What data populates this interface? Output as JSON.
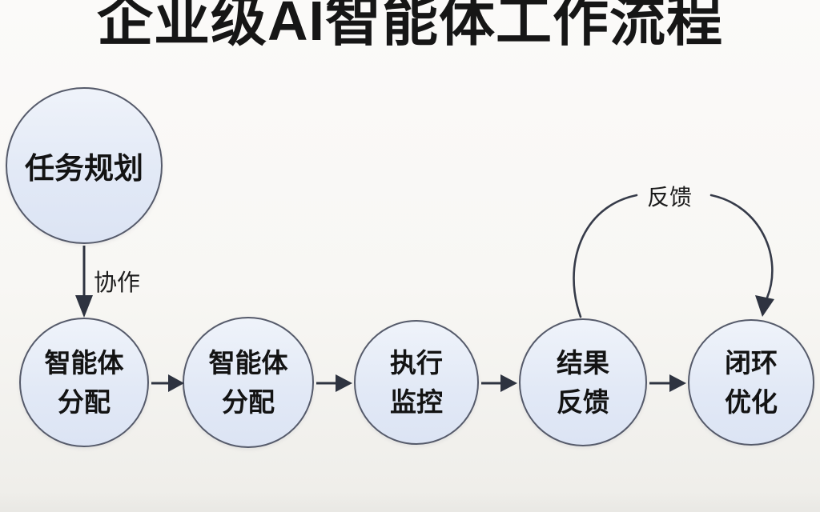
{
  "title": "企业级AI智能体工作流程",
  "diagram": {
    "planning_node": {
      "label": "任务规划"
    },
    "collaboration_edge_label": "协作",
    "feedback_edge_label": "反馈",
    "process_nodes": [
      {
        "label": "智能体\n分配"
      },
      {
        "label": "智能体\n分配"
      },
      {
        "label": "执行\n监控"
      },
      {
        "label": "结果\n反馈"
      },
      {
        "label": "闭环\n优化"
      }
    ]
  },
  "colors": {
    "background": "#f8f7f4",
    "node_fill": "#dde5f4",
    "node_border": "#555a6a",
    "arrow": "#2e3340",
    "text": "#141414"
  }
}
